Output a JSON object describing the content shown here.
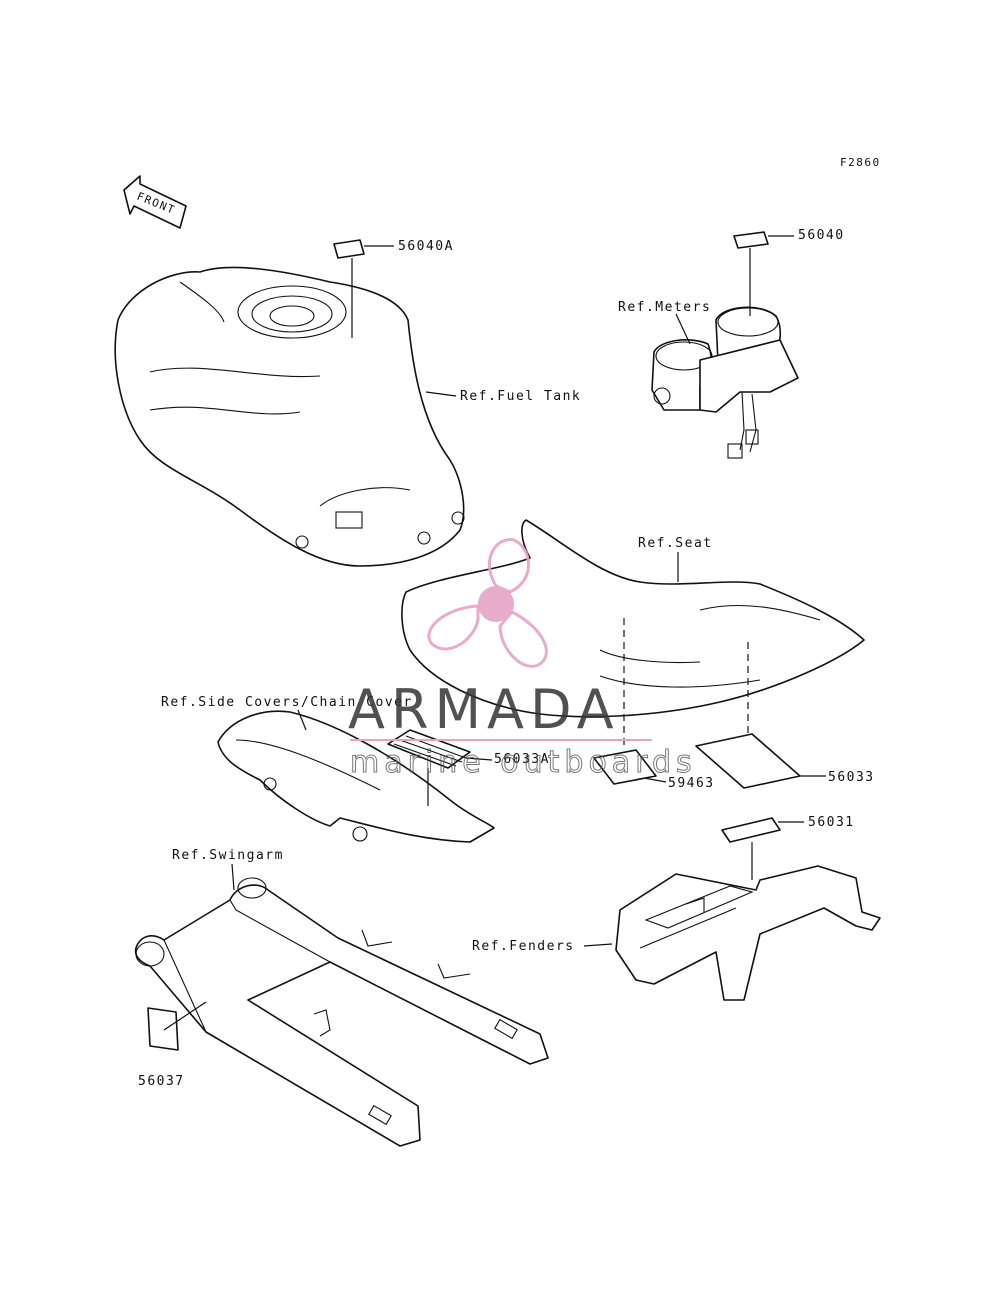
{
  "figure_code": "F2860",
  "direction_label": "FRONT",
  "labels": {
    "p56040A": "56040A",
    "p56040": "56040",
    "ref_meters": "Ref.Meters",
    "ref_fuel_tank": "Ref.Fuel Tank",
    "ref_seat": "Ref.Seat",
    "ref_side_covers": "Ref.Side Covers/Chain Cover",
    "p56033A": "56033A",
    "p59463": "59463",
    "p56033": "56033",
    "p56031": "56031",
    "ref_swingarm": "Ref.Swingarm",
    "ref_fenders": "Ref.Fenders",
    "p56037": "56037"
  },
  "watermark": {
    "brand": "ARMADA",
    "tagline": "marine outboards",
    "logo_color": "#e6a3c6"
  }
}
